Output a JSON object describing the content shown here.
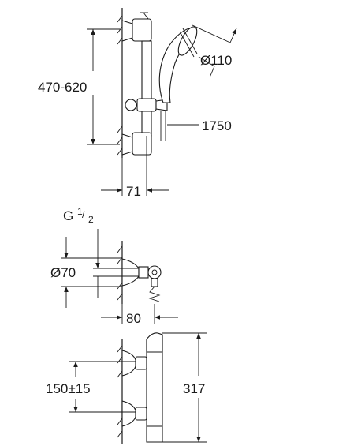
{
  "dimensions": {
    "rail_height": "470-620",
    "head_diameter": "Ø110",
    "hose_length": "1750",
    "rail_projection": "71",
    "thread_main": "G",
    "thread_num": "1",
    "thread_den": "2",
    "escutcheon_diameter": "Ø70",
    "valve_projection": "80",
    "center_distance": "150±15",
    "body_height": "317"
  }
}
